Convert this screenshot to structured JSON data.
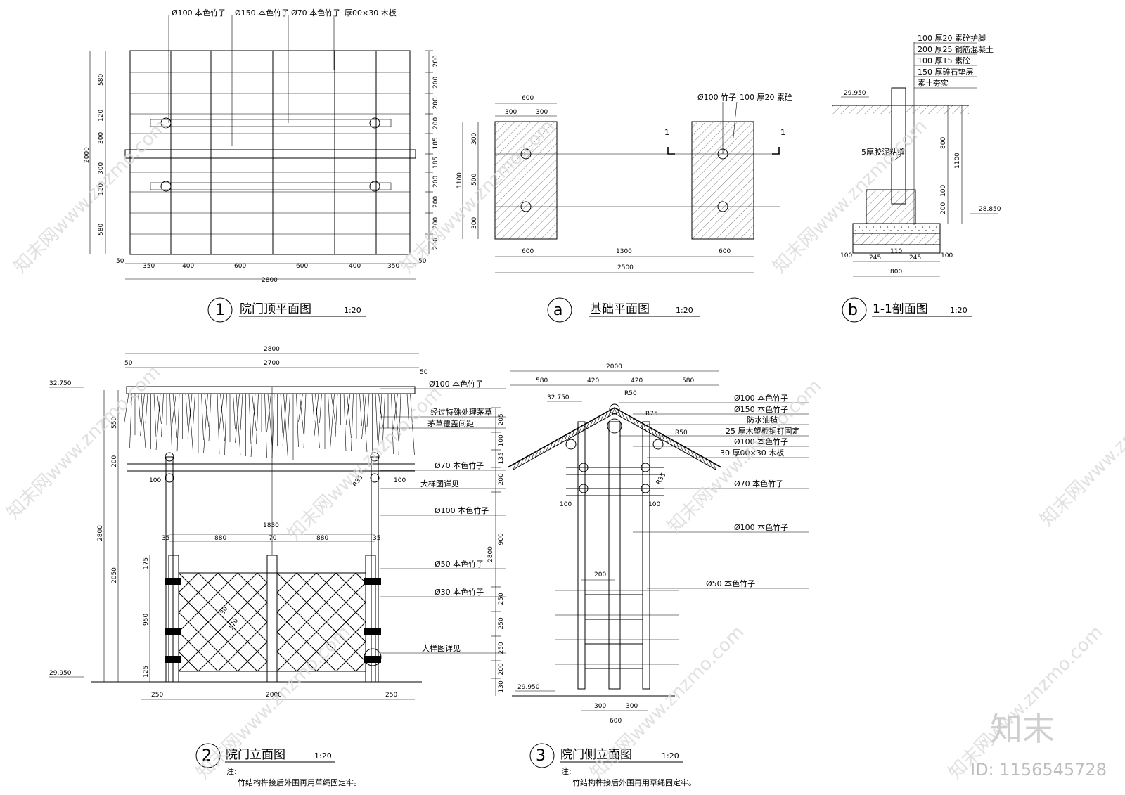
{
  "drawings": {
    "plan1": {
      "num": "1",
      "title": "院门顶平面图",
      "scale": "1:20"
    },
    "planA": {
      "num": "a",
      "title": "基础平面图",
      "scale": "1:20"
    },
    "secB": {
      "num": "b",
      "title": "1-1剖面图",
      "scale": "1:20"
    },
    "elev2": {
      "num": "2",
      "title": "院门立面图",
      "scale": "1:20"
    },
    "elev3": {
      "num": "3",
      "title": "院门侧立面图",
      "scale": "1:20"
    }
  },
  "plan1": {
    "labels": [
      "Ø100 本色竹子",
      "Ø150 本色竹子",
      "Ø70 本色竹子",
      "厚00×30 木板"
    ],
    "dim_bottom": [
      "50",
      "350",
      "400",
      "600",
      "600",
      "400",
      "350",
      "50"
    ],
    "total": "2800",
    "dim_left": [
      "580",
      "120",
      "300",
      "300",
      "120",
      "580"
    ],
    "left_total": "2000",
    "dim_right": [
      "200",
      "200",
      "200",
      "200",
      "185",
      "185",
      "200",
      "200",
      "200",
      "200"
    ]
  },
  "planA": {
    "top": [
      "600",
      "300",
      "300"
    ],
    "left": [
      "300",
      "500",
      "300"
    ],
    "left_total": "1100",
    "bottom": [
      "600",
      "1300",
      "600"
    ],
    "bottom_total": "2500",
    "labels": [
      "Ø100 竹子",
      "100 厚20 素砼"
    ],
    "cut": "1"
  },
  "secB": {
    "layers": [
      "100 厚20 素砼护脚",
      "200 厚25 钢筋混凝土",
      "100 厚15 素砼",
      "150 厚碎石垫层",
      "素土夯实"
    ],
    "elev_top": "29.950",
    "elev_bottom": "28.850",
    "note": "5厚胶泥粘缝",
    "right_dims": [
      "800",
      "1100",
      "100",
      "200"
    ],
    "bottom_dims": [
      "100",
      "245",
      "110",
      "245",
      "100"
    ],
    "bottom_total": "800"
  },
  "elev2": {
    "top_total": "2800",
    "top_inner": "2700",
    "top_side": "50",
    "elev_top": "32.750",
    "elev_bottom": "29.950",
    "left_dims": [
      "550",
      "200"
    ],
    "height": "2800",
    "h2050": "2050",
    "gate_dims": [
      "175",
      "950",
      "125"
    ],
    "mid_dims": [
      "35",
      "880",
      "70",
      "880",
      "35"
    ],
    "mid_total": "1830",
    "bottom_dims": [
      "250",
      "2000",
      "250"
    ],
    "callouts": [
      "Ø100 本色竹子",
      "经过特殊处理茅草",
      "茅草覆盖间距",
      "Ø70 本色竹子",
      "大样图详见",
      "Ø100 本色竹子",
      "Ø50 本色竹子",
      "Ø30 本色竹子",
      "大样图详见"
    ],
    "r": "R35",
    "d100": "100",
    "d30": "30",
    "d170": "170",
    "note_head": "注:",
    "note": "竹结构榫接后外围再用草绳固定牢。"
  },
  "elev3": {
    "top_total": "2000",
    "top_dims": [
      "580",
      "420",
      "420",
      "580"
    ],
    "elev_top": "32.750",
    "elev_bottom": "29.950",
    "radii": [
      "R50",
      "R75",
      "R50",
      "R35"
    ],
    "left_dims": [
      "205",
      "100",
      "135",
      "200",
      "900",
      "250",
      "250",
      "250",
      "200",
      "130"
    ],
    "height": "2800",
    "bottom_dims": [
      "300",
      "300"
    ],
    "bottom_total": "600",
    "rung": "200",
    "d100": "100",
    "callouts": [
      "Ø100 本色竹子",
      "Ø150 本色竹子",
      "防水油毡",
      "25 厚木望板铜钉固定",
      "Ø100 本色竹子",
      "30 厚00×30 木板",
      "Ø70 本色竹子",
      "Ø100 本色竹子",
      "Ø50 本色竹子"
    ],
    "note_head": "注:",
    "note": "竹结构榫接后外围再用草绳固定牢。"
  },
  "watermark": {
    "text": "知末网www.znzmo.com",
    "brand": "知末",
    "id": "ID: 1156545728"
  }
}
